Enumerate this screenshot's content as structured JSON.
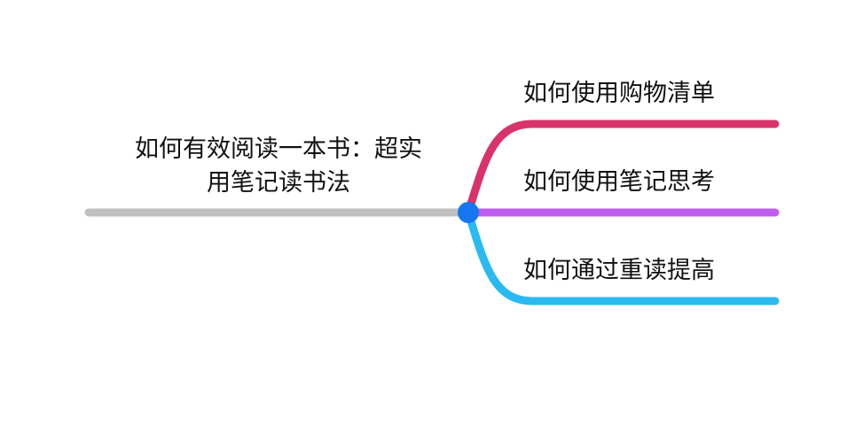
{
  "root": {
    "title_line1": "如何有效阅读一本书：超实",
    "title_line2": "用笔记读书法",
    "color": "#c0c0c0"
  },
  "branches": [
    {
      "label": "如何使用购物清单",
      "color": "#d8336a"
    },
    {
      "label": "如何使用笔记思考",
      "color": "#bf5cf0"
    },
    {
      "label": "如何通过重读提高",
      "color": "#2bb9f2"
    }
  ],
  "center_node": {
    "color": "#1677f0"
  }
}
